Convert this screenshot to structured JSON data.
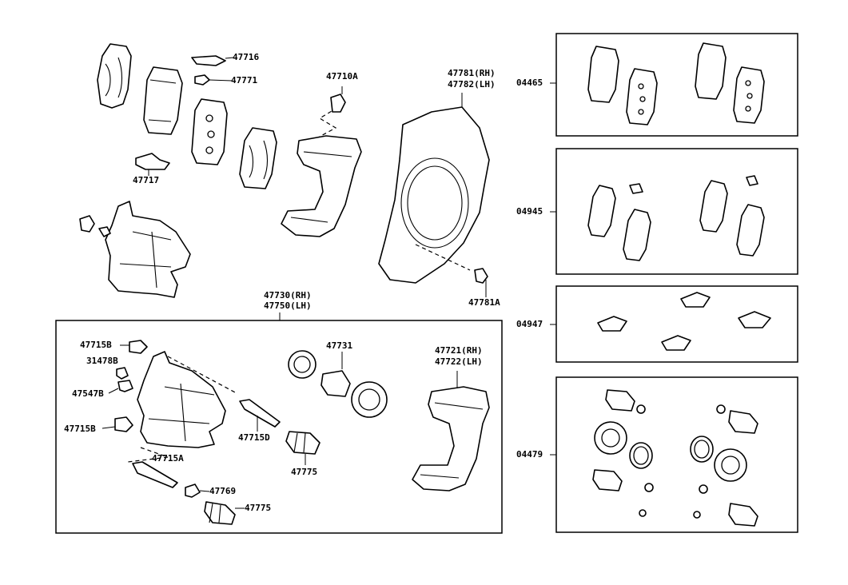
{
  "labels": {
    "p47716": "47716",
    "p47771": "47771",
    "p47717": "47717",
    "p47710a": "47710A",
    "p47781rh": "47781(RH)",
    "p47782lh": "47782(LH)",
    "p47781a": "47781A",
    "p47730rh": "47730(RH)",
    "p47750lh": "47750(LH)",
    "p47715b_top": "47715B",
    "p31478b": "31478B",
    "p47547b": "47547B",
    "p47715b_mid": "47715B",
    "p47715a": "47715A",
    "p47715d": "47715D",
    "p47731": "47731",
    "p47775_mid": "47775",
    "p47769": "47769",
    "p47775_bot": "47775",
    "p47721rh": "47721(RH)",
    "p47722lh": "47722(LH)",
    "k04465": "04465",
    "k04945": "04945",
    "k04947": "04947",
    "k04479": "04479"
  }
}
